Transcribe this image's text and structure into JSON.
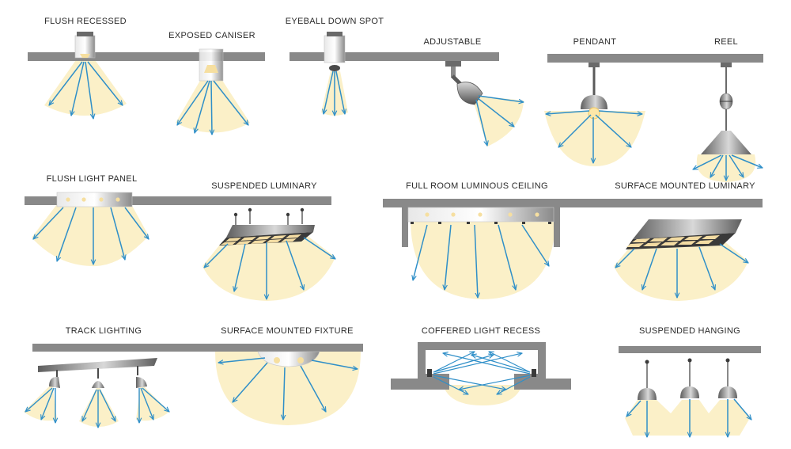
{
  "colors": {
    "ceiling": "#898989",
    "light": "#fbf0c8",
    "arrow": "#2f8fc8",
    "fixture_dark": "#5a5a5a",
    "fixture_light": "#e6e6e6",
    "bulb": "#f6dfa0"
  },
  "labels": {
    "flush_recessed": "FLUSH RECESSED",
    "exposed_caniser": "EXPOSED CANISER",
    "eyeball_down_spot": "EYEBALL DOWN SPOT",
    "adjustable": "ADJUSTABLE",
    "pendant": "PENDANT",
    "reel": "REEL",
    "flush_light_panel": "FLUSH LIGHT PANEL",
    "suspended_luminary": "SUSPENDED LUMINARY",
    "full_room_luminous_ceiling": "FULL ROOM LUMINOUS CEILING",
    "surface_mounted_luminary": "SURFACE MOUNTED LUMINARY",
    "track_lighting": "TRACK LIGHTING",
    "surface_mounted_fixture": "SURFACE MOUNTED FIXTURE",
    "coffered_light_recess": "COFFERED LIGHT RECESS",
    "suspended_hanging": "SUSPENDED HANGING"
  }
}
